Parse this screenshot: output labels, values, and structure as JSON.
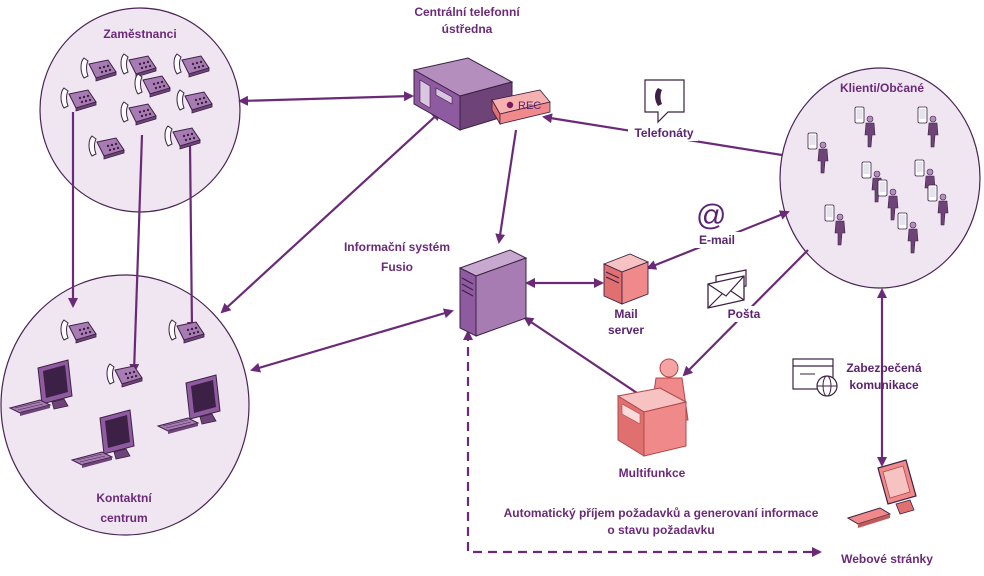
{
  "labels": {
    "employees": "Zaměstnanci",
    "pbx_line1": "Centrální telefonní",
    "pbx_line2": "ústředna",
    "rec": "REC",
    "clients": "Klienti/Občané",
    "phone_calls": "Telefonáty",
    "email": "E-mail",
    "is_line1": "Informační systém",
    "is_line2": "Fusio",
    "mail_line1": "Mail",
    "mail_line2": "server",
    "post": "Pošta",
    "secure_line1": "Zabezpečená",
    "secure_line2": "komunikace",
    "contact_line1": "Kontaktní",
    "contact_line2": "centrum",
    "multifunction": "Multifunkce",
    "auto_line1": "Automatický příjem požadavků a generovaní informace",
    "auto_line2": "o stavu požadavku",
    "web": "Webové stránky"
  },
  "colors": {
    "accent": "#6b2a78",
    "circle_fill": "#efe6f2",
    "device_purple": "#8e5aa0",
    "device_red": "#f08a8a"
  },
  "icons": [
    "phone-icon",
    "person-phone-icon",
    "monitor-icon",
    "keyboard-icon",
    "server-icon",
    "pbx-icon",
    "recorder-icon",
    "at-sign-icon",
    "envelope-icon",
    "phone-bubble-icon",
    "secure-web-icon",
    "multifunction-printer-icon",
    "web-monitor-icon"
  ]
}
